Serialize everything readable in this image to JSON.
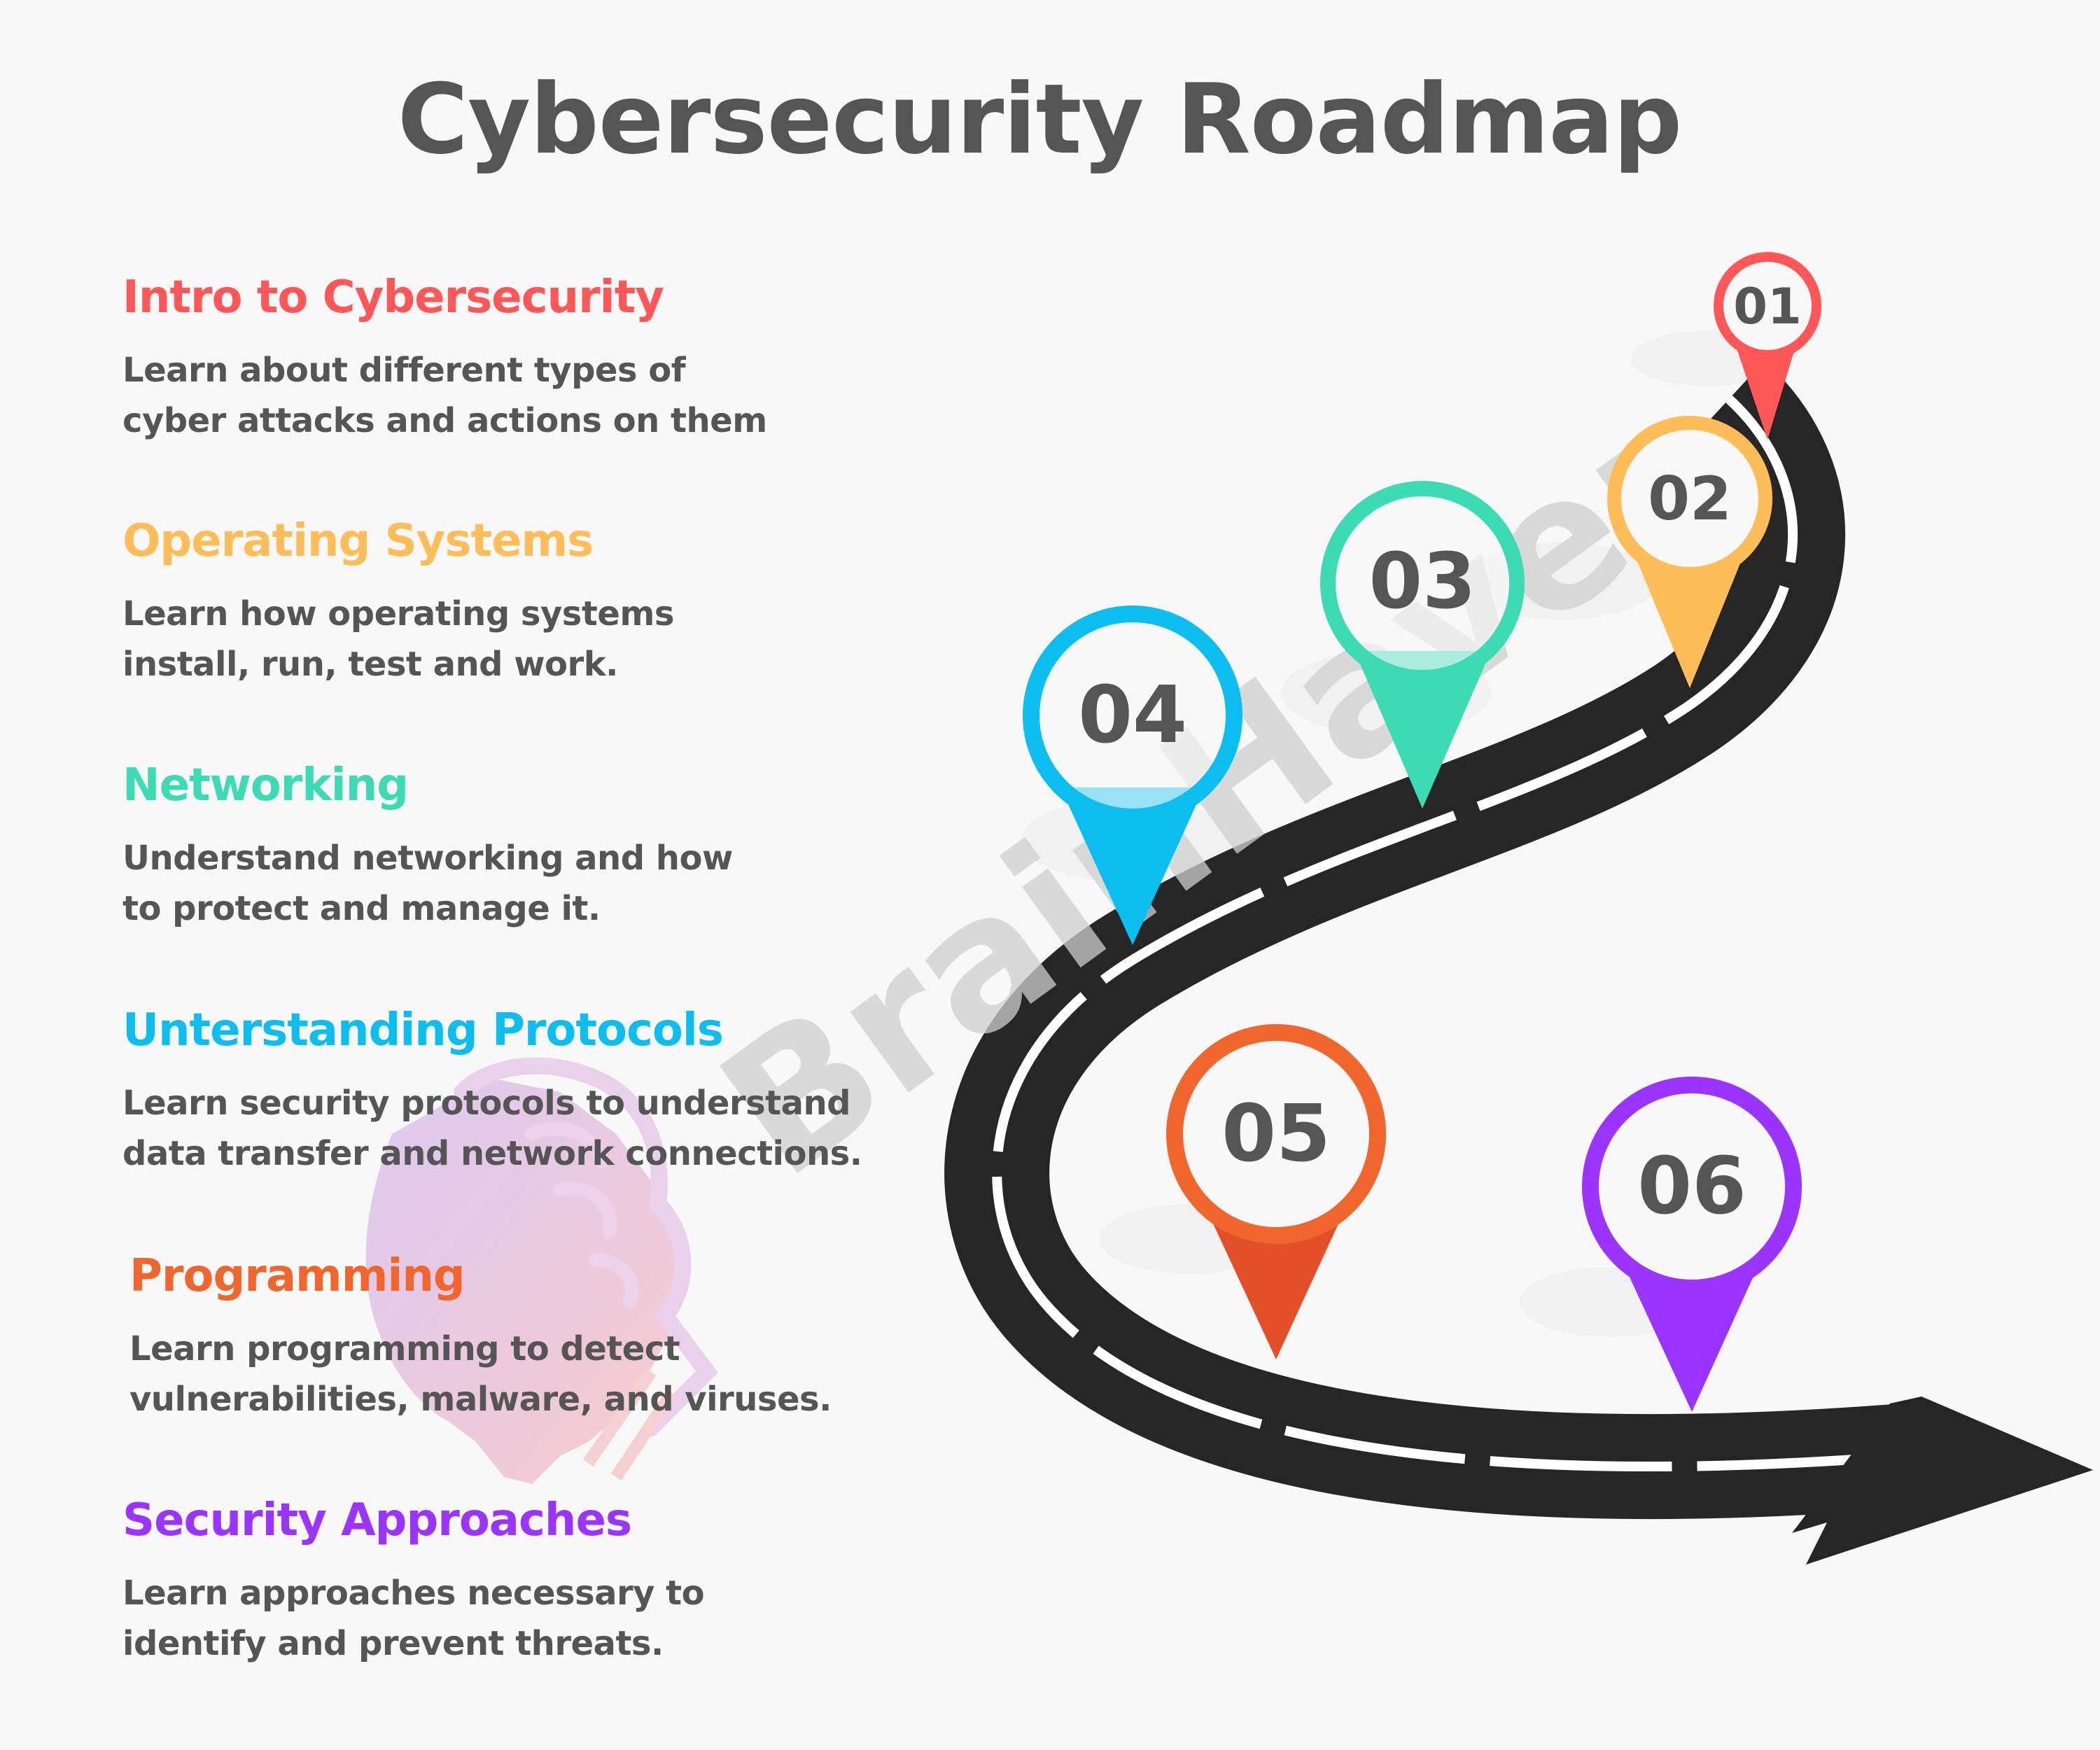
{
  "title": "Cybersecurity Roadmap",
  "watermark": "BrainHaven",
  "colors": {
    "background": "#f8f8f8",
    "text": "#555555",
    "road": "#262626",
    "step1": "#ff5757",
    "step2": "#ffbd59",
    "step3": "#3ddbb4",
    "step4": "#0cbdef",
    "step5": "#f1662d",
    "step6": "#9b34ff"
  },
  "steps": [
    {
      "number": "01",
      "heading": "Intro to Cybersecurity",
      "desc_line1": "Learn about different types of",
      "desc_line2": "cyber attacks and actions on them",
      "color": "#ff5757"
    },
    {
      "number": "02",
      "heading": "Operating Systems",
      "desc_line1": "Learn how operating systems",
      "desc_line2": "install, run, test and work.",
      "color": "#ffbd59"
    },
    {
      "number": "03",
      "heading": "Networking",
      "desc_line1": "Understand networking and how",
      "desc_line2": "to protect and manage it.",
      "color": "#3ddbb4"
    },
    {
      "number": "04",
      "heading": "Unterstanding Protocols",
      "desc_line1": "Learn security protocols to understand",
      "desc_line2": "data transfer and network connections.",
      "color": "#0cbdef"
    },
    {
      "number": "05",
      "heading": "Programming",
      "desc_line1": "Learn programming to detect",
      "desc_line2": "vulnerabilities, malware, and viruses.",
      "color": "#f1662d"
    },
    {
      "number": "06",
      "heading": "Security Approaches",
      "desc_line1": "Learn approaches necessary to",
      "desc_line2": "identify and prevent threats.",
      "color": "#9b34ff"
    }
  ]
}
